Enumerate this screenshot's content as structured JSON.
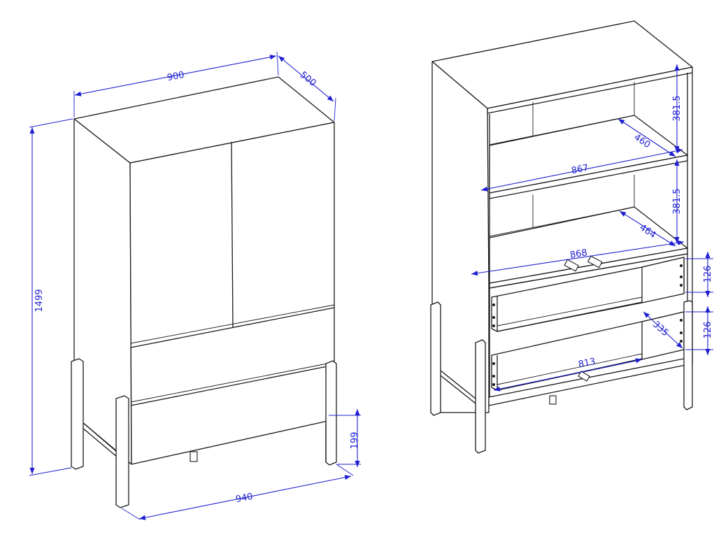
{
  "colors": {
    "outline": "#1a1a1a",
    "dimension": "#1f1fd0",
    "background": "#ffffff"
  },
  "closed_view": {
    "dimensions": {
      "width": "900",
      "depth": "500",
      "height": "1499",
      "leg_span": "940",
      "leg_height": "199"
    }
  },
  "open_view": {
    "dimensions": {
      "shelf_gap_top": "381.5",
      "shelf_gap_middle": "381.5",
      "shelf_depth_top": "460",
      "shelf_width_top": "867",
      "shelf_depth_middle": "464",
      "shelf_width_middle": "868",
      "drawer_height_top": "126",
      "drawer_height_bottom": "126",
      "drawer_depth": "335",
      "drawer_width": "813"
    }
  }
}
